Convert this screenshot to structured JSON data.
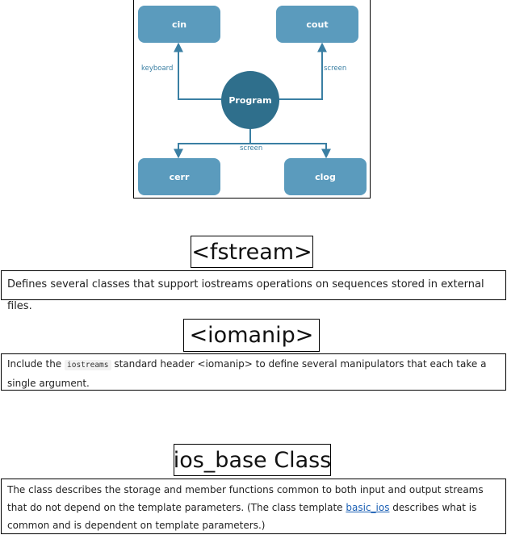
{
  "diagram": {
    "nodes": {
      "cin": "cin",
      "cout": "cout",
      "program": "Program",
      "cerr": "cerr",
      "clog": "clog"
    },
    "edge_labels": {
      "keyboard": "keyboard",
      "screen_right": "screen",
      "screen_bottom": "screen"
    },
    "colors": {
      "node": "#5b9bbd",
      "center": "#2f6f8c",
      "edge": "#3a7fa3"
    }
  },
  "sections": {
    "fstream": {
      "title": "<fstream>",
      "description": "Defines several classes that support iostreams operations on sequences stored in external files."
    },
    "iomanip": {
      "title": "<iomanip>",
      "desc_before": "Include the ",
      "code": "iostreams",
      "desc_after": " standard header <iomanip> to define several manipulators that each take a single argument."
    },
    "ios_base": {
      "title": "ios_base Class",
      "desc_before": "The class describes the storage and member functions common to both input and output streams that do not depend on the template parameters. (The class template ",
      "link": "basic_ios",
      "desc_after": " describes what is common and is dependent on template parameters.)"
    }
  }
}
